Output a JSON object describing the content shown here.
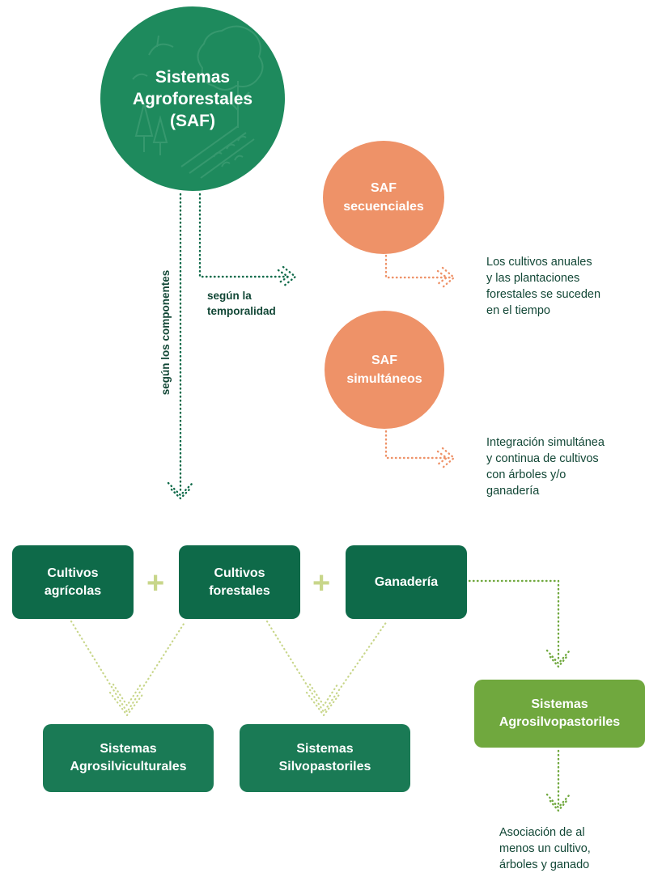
{
  "colors": {
    "main_green": "#1e8a5d",
    "dark_green": "#0e6a49",
    "light_green": "#70a83e",
    "orange": "#ee9268",
    "pale_green_lines": "#c8d68a",
    "text_dark": "#124736"
  },
  "main_circle": {
    "title": "Sistemas\nAgroforestales\n(SAF)",
    "icon": "forest-line-art-icon"
  },
  "temporal": {
    "label": "según la\ntemporalidad",
    "sequential": {
      "title": "SAF\nsecuenciales",
      "description": "Los cultivos anuales\ny las plantaciones\nforestales se suceden\nen el tiempo"
    },
    "simultaneous": {
      "title": "SAF\nsimultáneos",
      "description": "Integración simultánea\ny continua de cultivos\ncon árboles y/o\nganadería"
    }
  },
  "components": {
    "label": "según los componentes",
    "items": [
      {
        "label": "Cultivos\nagrícolas"
      },
      {
        "label": "Cultivos\nforestales"
      },
      {
        "label": "Ganadería"
      }
    ],
    "plus_sign": "+"
  },
  "systems": {
    "agrosilvicultural": {
      "label": "Sistemas\nAgrosilviculturales"
    },
    "silvopastoril": {
      "label": "Sistemas\nSilvopastoriles"
    },
    "agrosilvopastoril": {
      "label": "Sistemas\nAgrosilvopastoriles",
      "description": "Asociación de al\nmenos un cultivo,\nárboles y ganado"
    }
  }
}
